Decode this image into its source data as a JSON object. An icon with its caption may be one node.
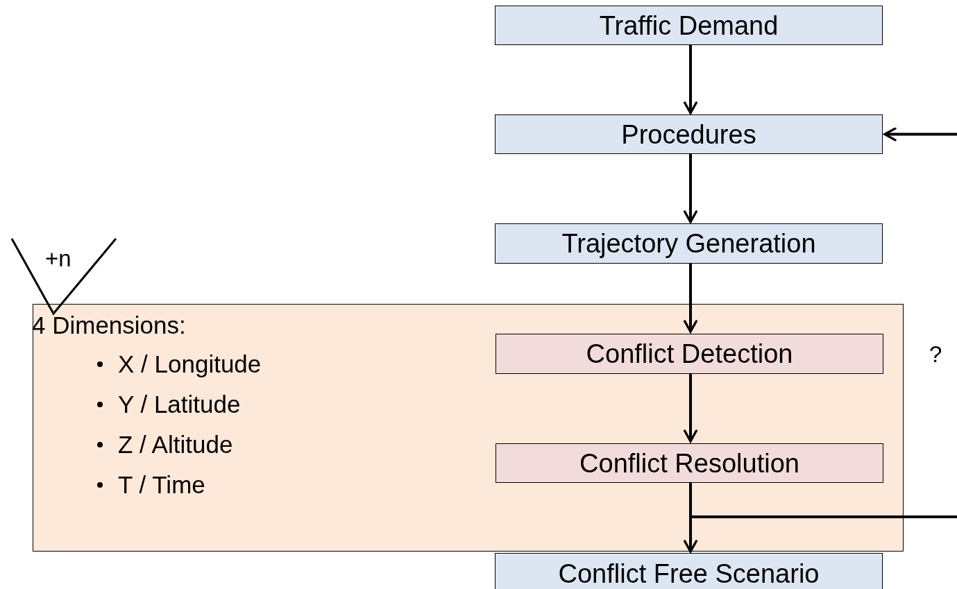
{
  "diagram": {
    "nodes": [
      {
        "text": [
          "Traffic Demand"
        ]
      },
      {
        "text": [
          "Procedures"
        ]
      },
      {
        "text": [
          "Trajectory Generation"
        ]
      },
      {
        "text": [
          "4 Dimensions:",
          "X / Longitude",
          "Y / Latitude",
          "Z / Altitude",
          "T / Time"
        ]
      },
      {
        "text": [
          "Conflict Detection"
        ],
        "in": 3
      },
      {
        "text": [
          "Conflict Resolution"
        ],
        "in": 3
      },
      {
        "text": [
          "Conflict Free Scenario"
        ]
      }
    ],
    "edges": [
      {
        "from": 0,
        "to": 1,
        "arrow": "to"
      },
      {
        "from": 1,
        "to": 2,
        "arrow": "to"
      },
      {
        "from": 2,
        "to": 4,
        "arrow": "to"
      },
      {
        "from": 4,
        "to": 5,
        "arrow": "to"
      },
      {
        "from": 5,
        "to": 6,
        "arrow": "to"
      },
      {
        "from": 5,
        "to": null,
        "arrow": "none"
      },
      {
        "from": null,
        "to": 1,
        "arrow": "to"
      }
    ],
    "labels": [
      "+n",
      "?"
    ]
  }
}
